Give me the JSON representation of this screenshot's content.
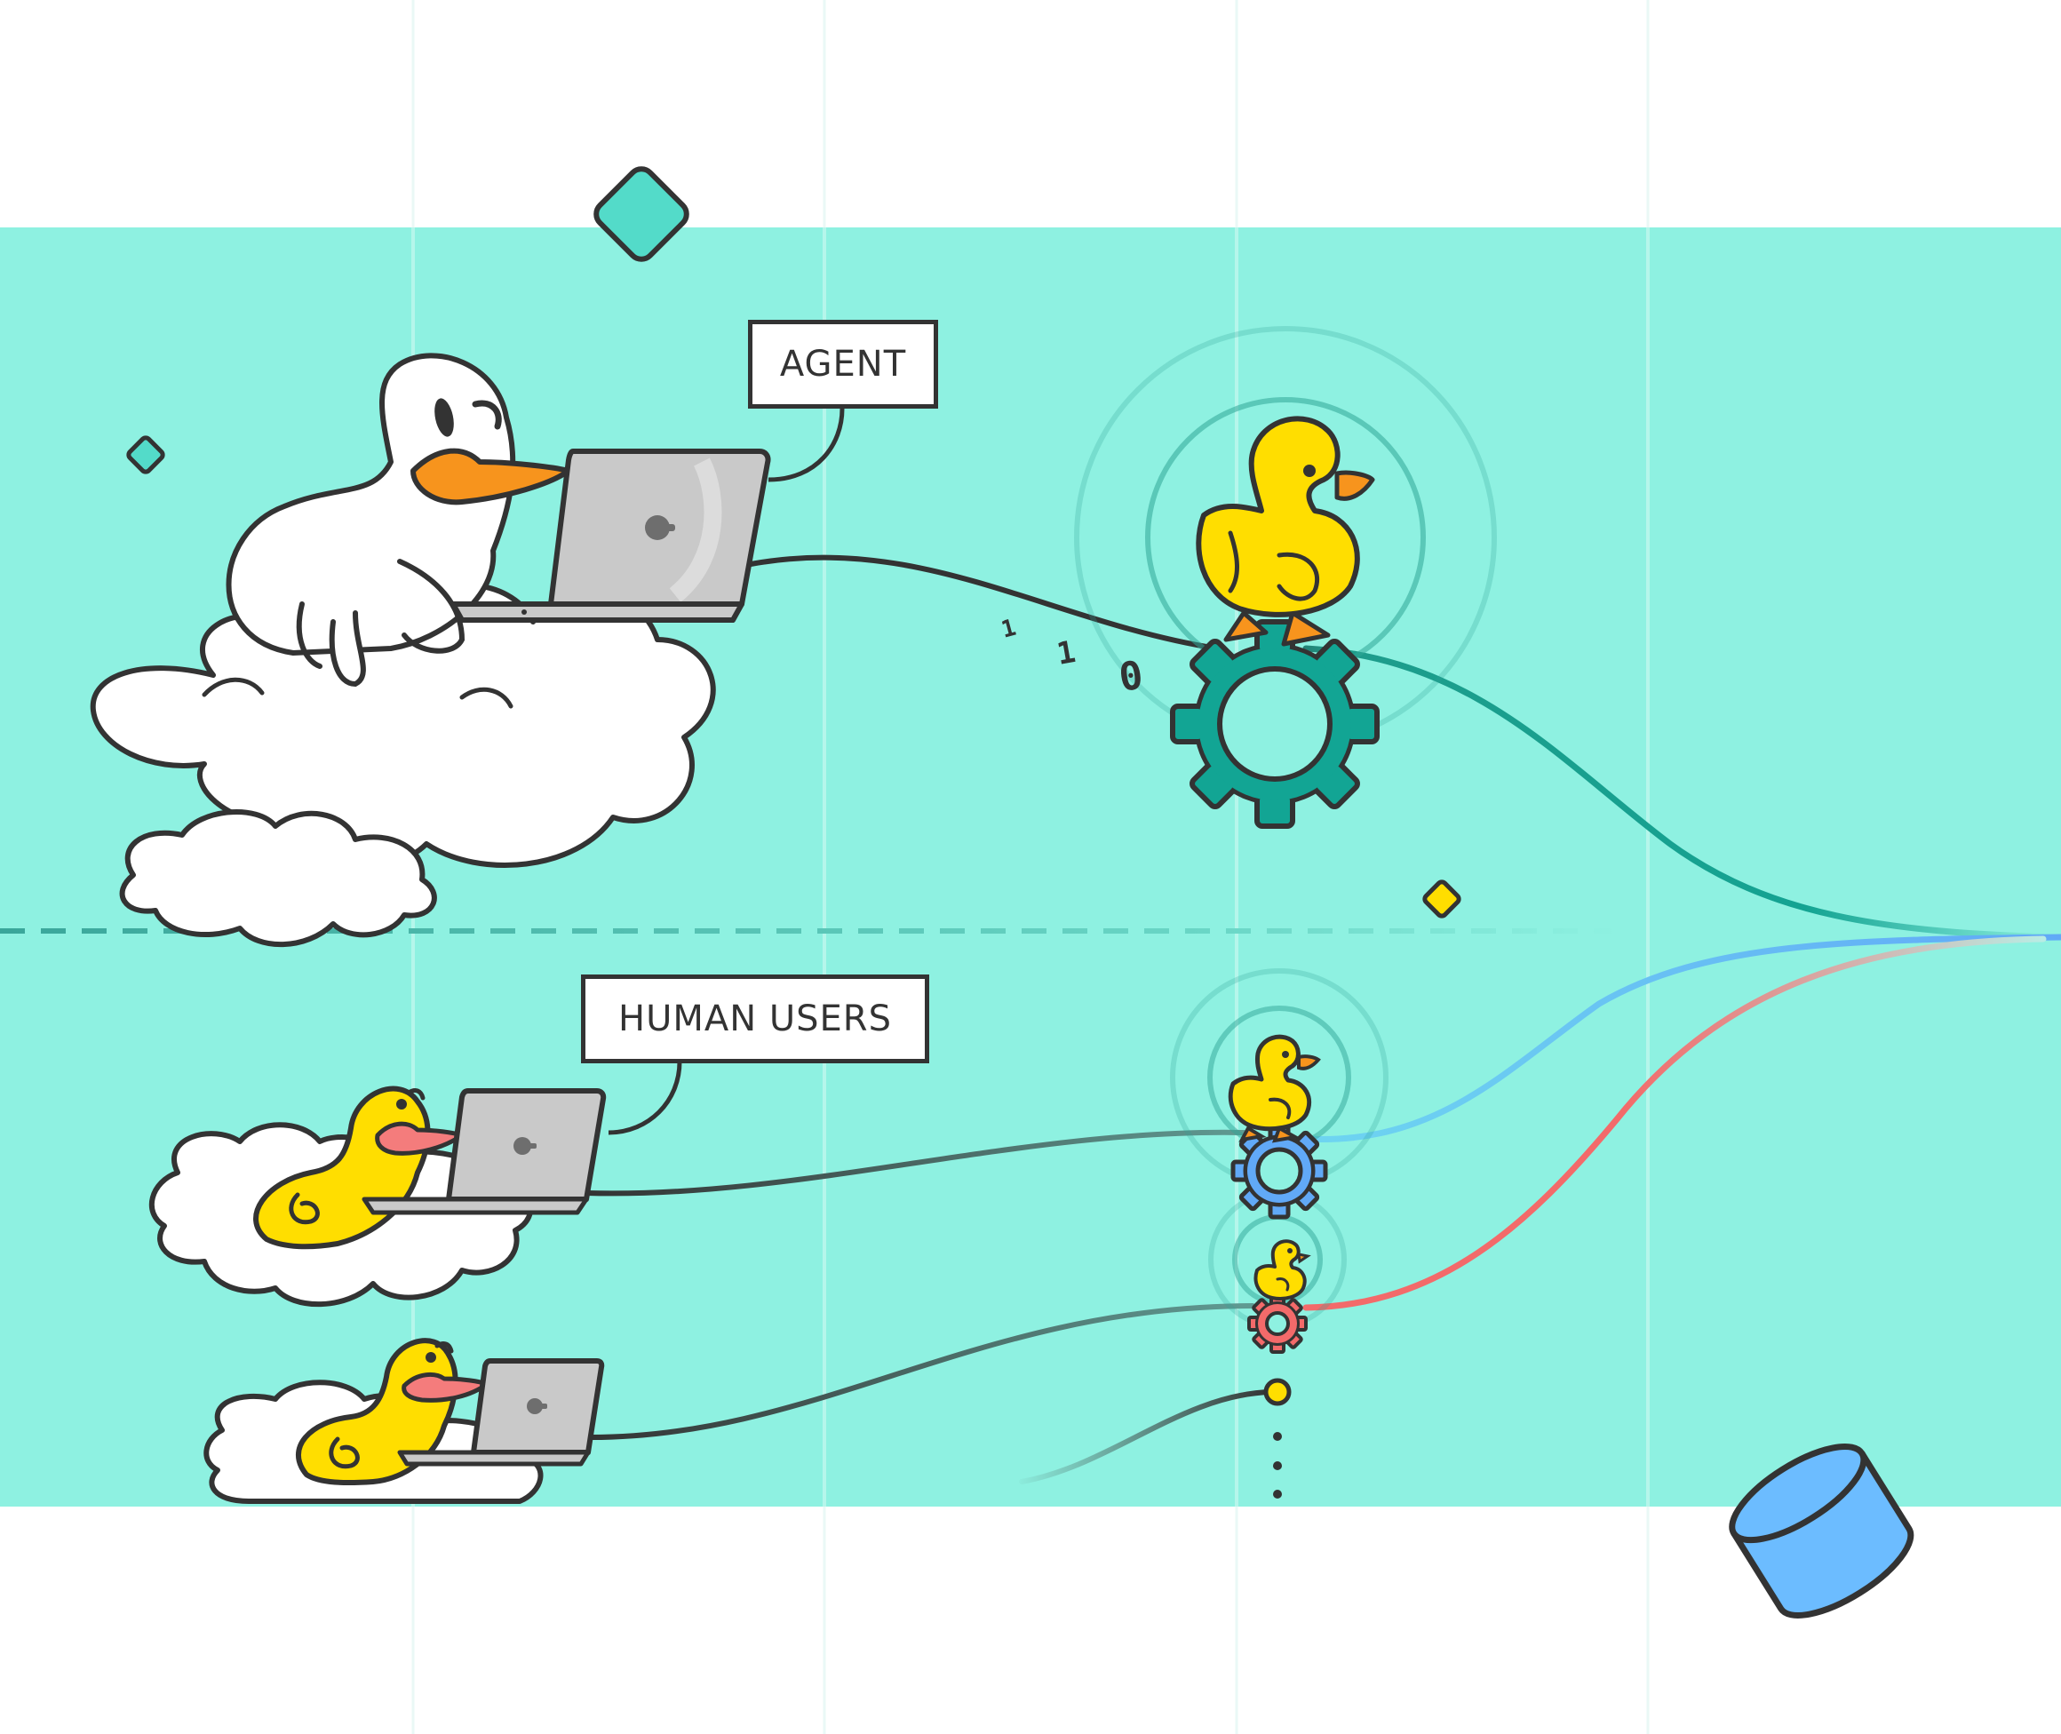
{
  "labels": {
    "agent": "AGENT",
    "human_users": "HUMAN USERS"
  },
  "binary_bits": [
    "1",
    "1",
    "0"
  ],
  "colors": {
    "band": "#8EF1E1",
    "outline": "#333333",
    "duck_yellow": "#FFDE00",
    "beak_orange": "#F7941D",
    "beak_pink": "#F47C7C",
    "gear_teal": "#12A594",
    "gear_blue": "#61A9F7",
    "gear_red": "#F36A6A",
    "laptop": "#C9C9C9",
    "cloud": "#FFFFFF",
    "diamond_teal": "#53DBC9",
    "diamond_yellow": "#FFDE00",
    "cylinder_blue": "#6CBCFF"
  },
  "icons": [
    "agent-duck-icon",
    "laptop-icon",
    "cloud-icon",
    "rubber-duck-icon",
    "gear-icon",
    "diamond-icon",
    "database-cylinder-icon"
  ]
}
